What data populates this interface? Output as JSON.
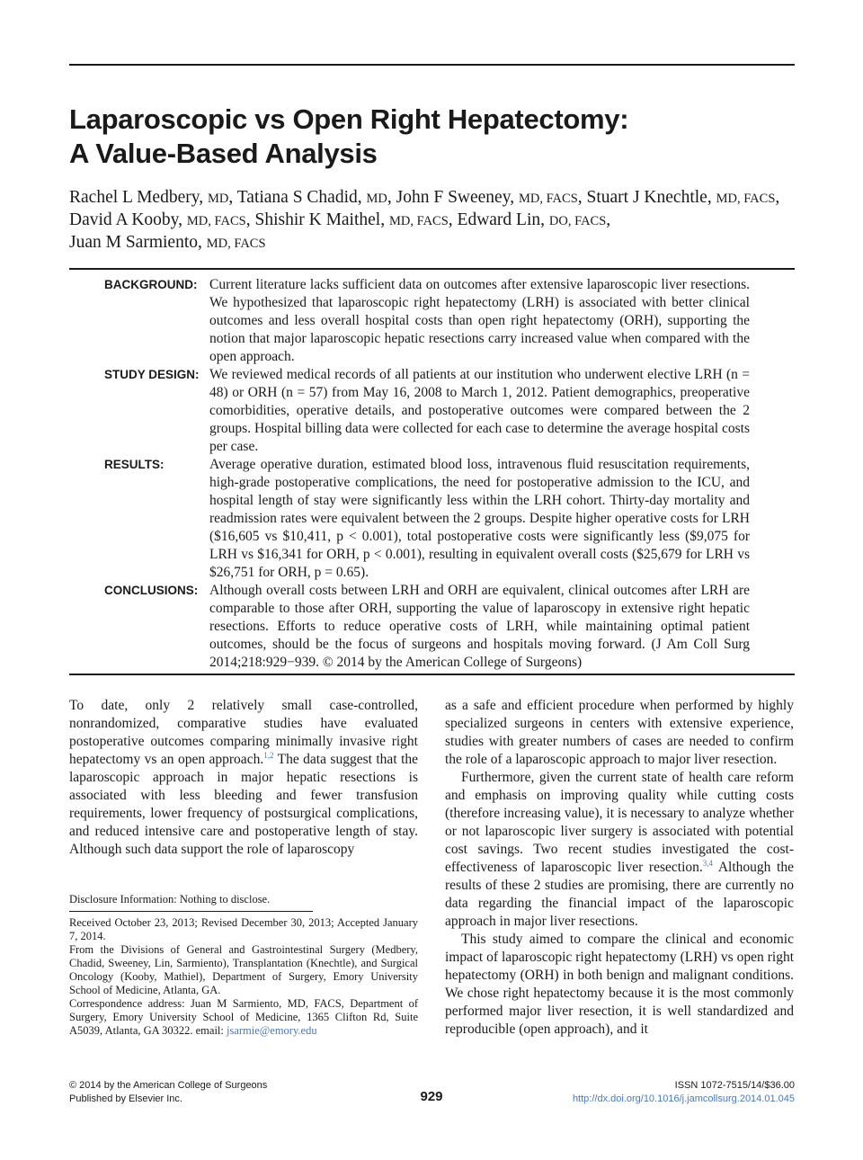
{
  "title_line1": "Laparoscopic vs Open Right Hepatectomy:",
  "title_line2": "A Value-Based Analysis",
  "authors": [
    {
      "name": "Rachel L Medbery",
      "degree": "MD"
    },
    {
      "name": "Tatiana S Chadid",
      "degree": "MD"
    },
    {
      "name": "John F Sweeney",
      "degree": "MD, FACS"
    },
    {
      "name": "Stuart J Knechtle",
      "degree": "MD, FACS"
    },
    {
      "name": "David A Kooby",
      "degree": "MD, FACS"
    },
    {
      "name": "Shishir K Maithel",
      "degree": "MD, FACS"
    },
    {
      "name": "Edward Lin",
      "degree": "DO, FACS"
    },
    {
      "name": "Juan M Sarmiento",
      "degree": "MD, FACS"
    }
  ],
  "abstract": [
    {
      "label": "BACKGROUND:",
      "text": "Current literature lacks sufficient data on outcomes after extensive laparoscopic liver resections. We hypothesized that laparoscopic right hepatectomy (LRH) is associated with better clinical outcomes and less overall hospital costs than open right hepatectomy (ORH), supporting the notion that major laparoscopic hepatic resections carry increased value when compared with the open approach."
    },
    {
      "label": "STUDY DESIGN:",
      "text": "We reviewed medical records of all patients at our institution who underwent elective LRH (n = 48) or ORH (n = 57) from May 16, 2008 to March 1, 2012. Patient demographics, preoperative comorbidities, operative details, and postoperative outcomes were compared between the 2 groups. Hospital billing data were collected for each case to determine the average hospital costs per case."
    },
    {
      "label": "RESULTS:",
      "text": "Average operative duration, estimated blood loss, intravenous fluid resuscitation requirements, high-grade postoperative complications, the need for postoperative admission to the ICU, and hospital length of stay were significantly less within the LRH cohort. Thirty-day mortality and readmission rates were equivalent between the 2 groups. Despite higher operative costs for LRH ($16,605 vs $10,411, p < 0.001), total postoperative costs were significantly less ($9,075 for LRH vs $16,341 for ORH, p < 0.001), resulting in equivalent overall costs ($25,679 for LRH vs $26,751 for ORH, p = 0.65)."
    },
    {
      "label": "CONCLUSIONS:",
      "text": "Although overall costs between LRH and ORH are equivalent, clinical outcomes after LRH are comparable to those after ORH, supporting the value of laparoscopy in extensive right hepatic resections. Efforts to reduce operative costs of LRH, while maintaining optimal patient outcomes, should be the focus of surgeons and hospitals moving forward. (J Am Coll Surg 2014;218:929−939. © 2014 by the American College of Surgeons)"
    }
  ],
  "body": {
    "left_p1_a": "To date, only 2 relatively small case-controlled, nonrandomized, comparative studies have evaluated postoperative outcomes comparing minimally invasive right hepatectomy vs an open approach.",
    "left_p1_ref": "1,2",
    "left_p1_b": " The data suggest that the laparoscopic approach in major hepatic resections is associated with less bleeding and fewer transfusion requirements, lower frequency of postsurgical complications, and reduced intensive care and postoperative length of stay. Although such data support the role of laparoscopy",
    "right_p1": "as a safe and efficient procedure when performed by highly specialized surgeons in centers with extensive experience, studies with greater numbers of cases are needed to confirm the role of a laparoscopic approach to major liver resection.",
    "right_p2_a": "Furthermore, given the current state of health care reform and emphasis on improving quality while cutting costs (therefore increasing value), it is necessary to analyze whether or not laparoscopic liver surgery is associated with potential cost savings. Two recent studies investigated the cost-effectiveness of laparoscopic liver resection.",
    "right_p2_ref": "3,4",
    "right_p2_b": " Although the results of these 2 studies are promising, there are currently no data regarding the financial impact of the laparoscopic approach in major liver resections.",
    "right_p3": "This study aimed to compare the clinical and economic impact of laparoscopic right hepatectomy (LRH) vs open right hepatectomy (ORH) in both benign and malignant conditions. We chose right hepatectomy because it is the most commonly performed major liver resection, it is well standardized and reproducible (open approach), and it"
  },
  "disclosure": "Disclosure Information: Nothing to disclose.",
  "notes": {
    "received": "Received October 23, 2013; Revised December 30, 2013; Accepted January 7, 2014.",
    "affiliation": "From the Divisions of General and Gastrointestinal Surgery (Medbery, Chadid, Sweeney, Lin, Sarmiento), Transplantation (Knechtle), and Surgical Oncology (Kooby, Mathiel), Department of Surgery, Emory University School of Medicine, Atlanta, GA.",
    "correspondence": "Correspondence address: Juan M Sarmiento, MD, FACS, Department of Surgery, Emory University School of Medicine, 1365 Clifton Rd, Suite A5039, Atlanta, GA 30322. email: ",
    "email": "jsarmie@emory.edu"
  },
  "footer": {
    "copyright": "© 2014 by the American College of Surgeons",
    "publisher": "Published by Elsevier Inc.",
    "page_number": "929",
    "issn": "ISSN 1072-7515/14/$36.00",
    "doi": "http://dx.doi.org/10.1016/j.jamcollsurg.2014.01.045"
  },
  "colors": {
    "link": "#4a78b8",
    "text": "#1a1a1a"
  }
}
